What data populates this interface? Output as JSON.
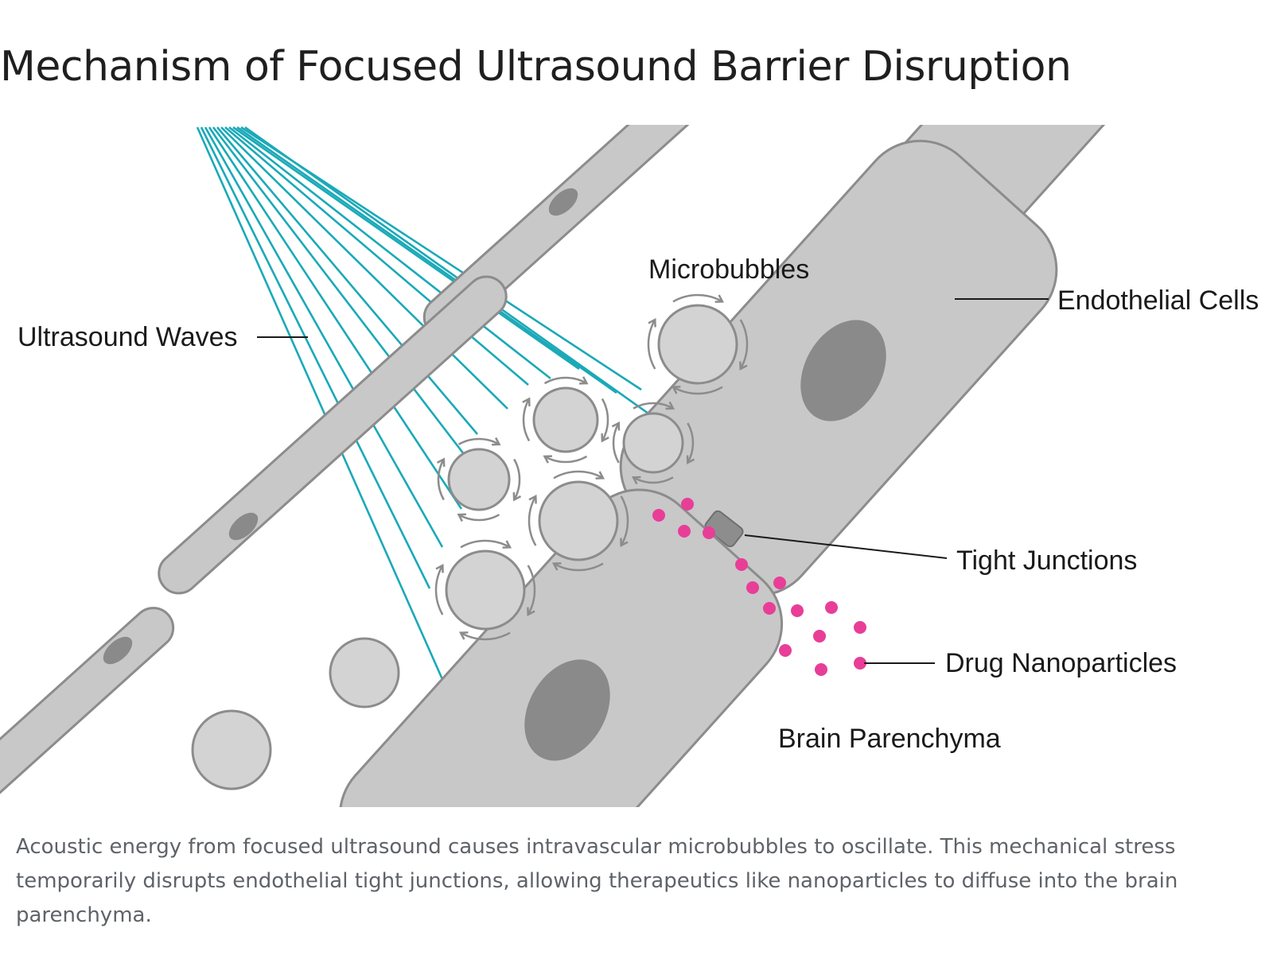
{
  "title": "Mechanism of Focused Ultrasound Barrier Disruption",
  "labels": {
    "ultrasound_waves": "Ultrasound Waves",
    "microbubbles": "Microbubbles",
    "endothelial_cells": "Endothelial Cells",
    "tight_junctions": "Tight Junctions",
    "drug_nanoparticles": "Drug Nanoparticles",
    "brain_parenchyma": "Brain Parenchyma"
  },
  "caption": "Acoustic energy from focused ultrasound causes intravascular microbubbles to oscillate. This mechanical stress temporarily disrupts endothelial tight junctions, allowing therapeutics like nanoparticles to diffuse into the brain parenchyma.",
  "colors": {
    "ultrasound_wave": "#1aa9b8",
    "nanoparticle": "#e83e97",
    "cell_fill": "#c8c8c8",
    "nucleus": "#8a8a8a"
  }
}
